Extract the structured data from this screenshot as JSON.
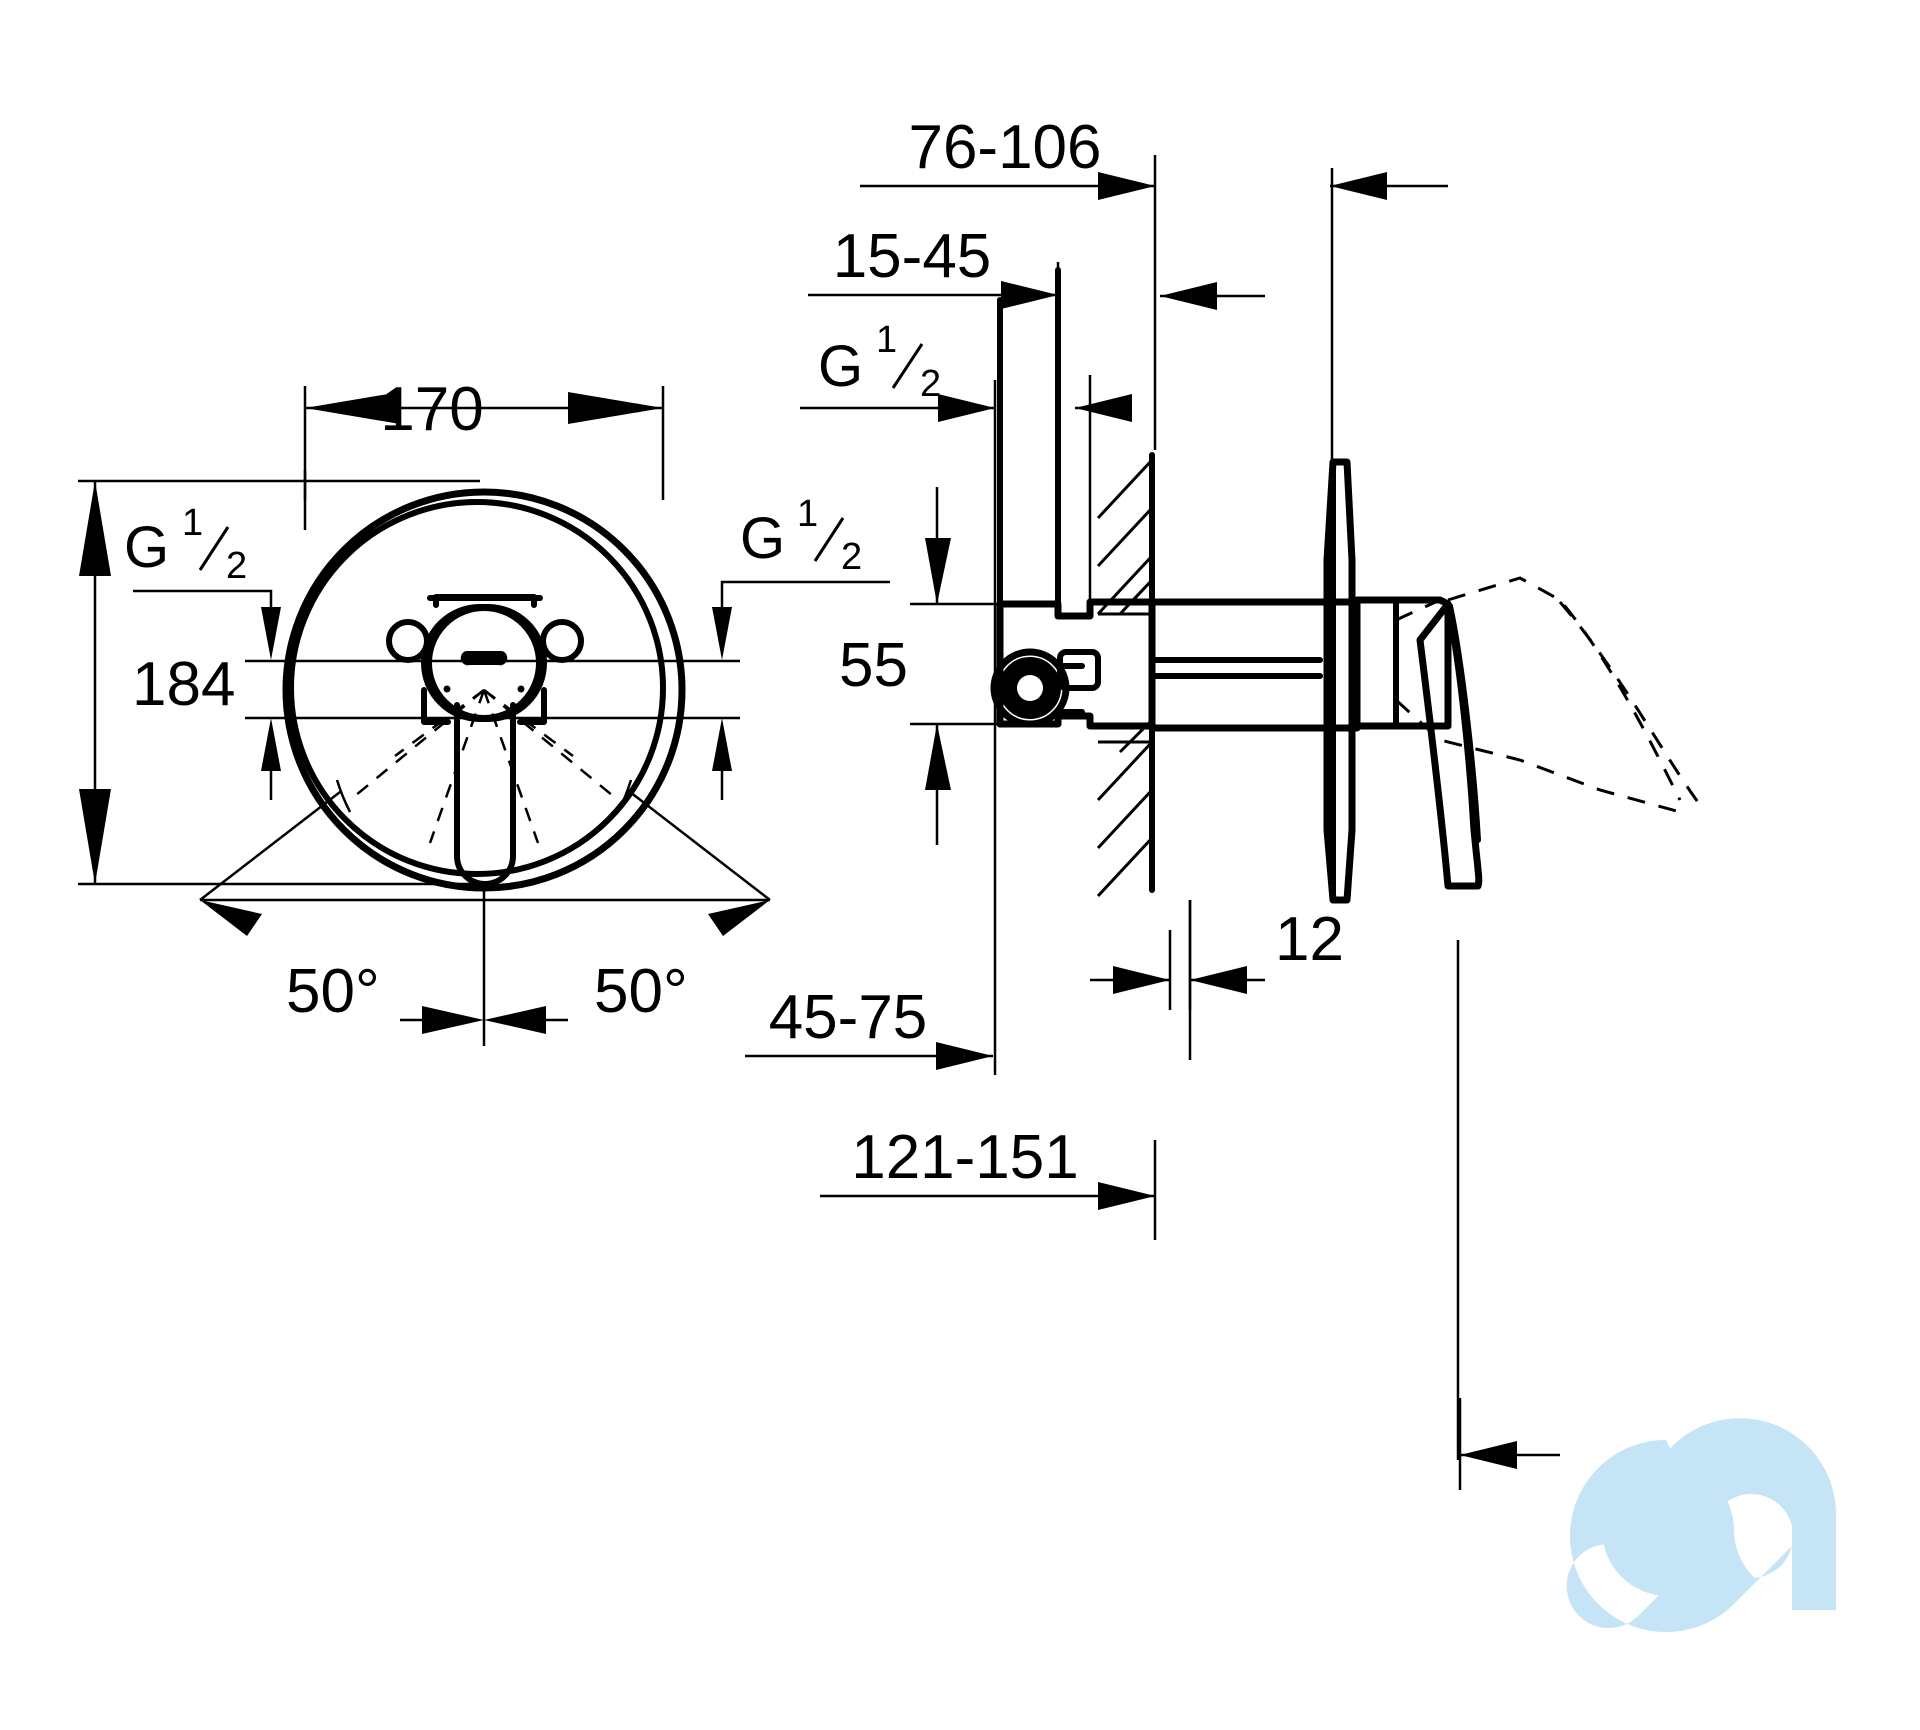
{
  "drawing": {
    "type": "technical-dimension-drawing",
    "subject": "Concealed single-lever shower mixer trim",
    "units": "mm",
    "views": [
      {
        "name": "front-view",
        "position": "left"
      },
      {
        "name": "side-section-view",
        "position": "right"
      }
    ]
  },
  "dimensions": {
    "front": {
      "width": "170",
      "height": "184",
      "thread_left": "G ¹/₂",
      "thread_right": "G ¹/₂",
      "angle_left": "50°",
      "angle_right": "50°"
    },
    "side": {
      "overall_depth": "76-106",
      "inlet_depth": "15-45",
      "thread": "G ¹/₂",
      "axis_height": "55",
      "rosette_thickness": "12",
      "lower_inlet": "45-75",
      "total_projection": "121-151"
    }
  },
  "labels": {
    "d170": "170",
    "d184": "184",
    "d76_106": "76-106",
    "d15_45": "15-45",
    "d55": "55",
    "d12": "12",
    "d45_75": "45-75",
    "d121_151": "121-151",
    "angle_left": "50°",
    "angle_right": "50°",
    "g_letter": "G",
    "g_numerator": "1",
    "g_denominator": "2",
    "g_slash": "/"
  },
  "watermark": {
    "name": "infinity-logo",
    "color": "#c5e4f5"
  },
  "colors": {
    "line": "#000000",
    "background": "#ffffff",
    "watermark": "#c5e4f5"
  }
}
